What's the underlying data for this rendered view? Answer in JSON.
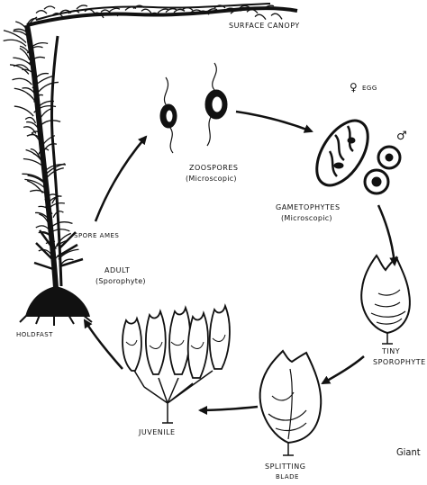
{
  "labels": {
    "surface_canopy": "SURFACE CANOPY",
    "spore_ames": "SPORE AMES",
    "holdfast": "HOLDFAST",
    "adult": "ADULT",
    "adult_sub": "(Sporophyte)",
    "zoospores": "ZOOSPORES",
    "zoospores_sub": "(Microscopic)",
    "gametophytes": "GAMETOPHYTES",
    "gametophytes_sub": "(Microscopic)",
    "female_symbol": "♀",
    "egg": "EGG",
    "male_symbol": "♂",
    "tiny": "TINY",
    "sporophyte": "SPOROPHYTE",
    "splitting": "SPLITTING",
    "blade": "BLADE",
    "juvenile": "JUVENILE",
    "caption": "Giant"
  },
  "colors": {
    "ink": "#111111",
    "background": "#ffffff"
  }
}
